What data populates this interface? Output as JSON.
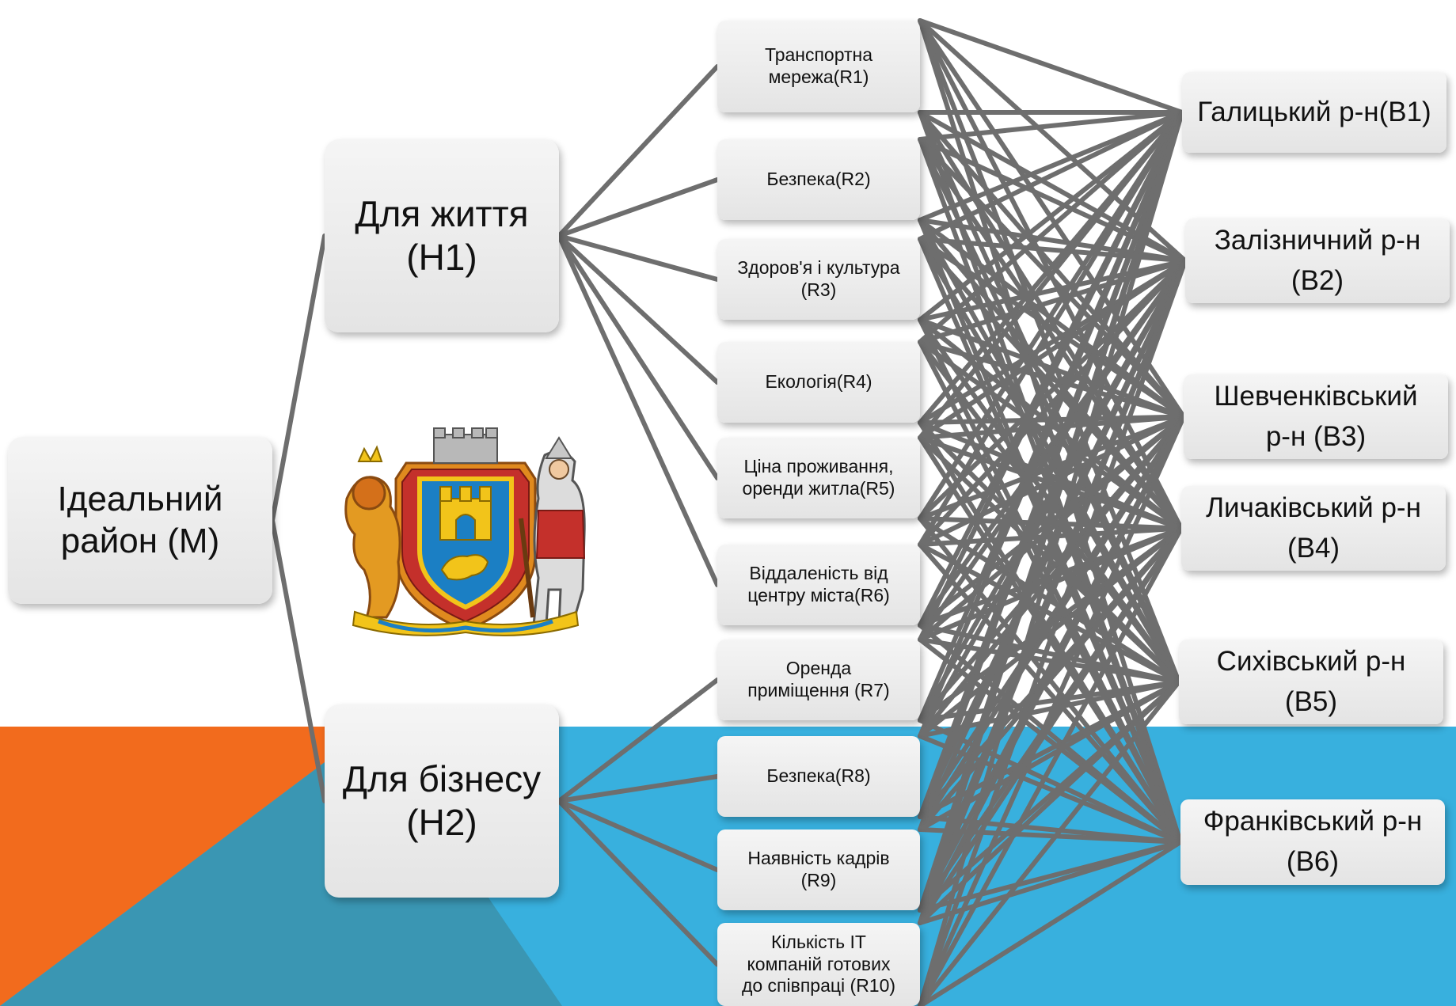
{
  "colors": {
    "bg_orange": "#F26B1D",
    "bg_teal": "#3A96B3",
    "bg_blue": "#38B0DE",
    "edge": "#6E6E6E",
    "node_fill": "#EBEBEB"
  },
  "root": {
    "label": "Ідеальний\nрайон (M)"
  },
  "goals": [
    {
      "id": "H1",
      "label": "Для життя\n(H1)"
    },
    {
      "id": "H2",
      "label": "Для бізнесу\n(H2)"
    }
  ],
  "criteria": [
    {
      "id": "R1",
      "label": "Транспортна\nмережа(R1)"
    },
    {
      "id": "R2",
      "label": "Безпека(R2)"
    },
    {
      "id": "R3",
      "label": "Здоров'я і культура\n(R3)"
    },
    {
      "id": "R4",
      "label": "Екологія(R4)"
    },
    {
      "id": "R5",
      "label": "Ціна проживання,\nоренди житла(R5)"
    },
    {
      "id": "R6",
      "label": "Віддаленість від\nцентру міста(R6)"
    },
    {
      "id": "R7",
      "label": "Оренда\nприміщення (R7)"
    },
    {
      "id": "R8",
      "label": "Безпека(R8)"
    },
    {
      "id": "R9",
      "label": "Наявність кадрів\n(R9)"
    },
    {
      "id": "R10",
      "label": "Кількість IT\nкомпаній готових\nдо співпраці (R10)"
    }
  ],
  "alternatives": [
    {
      "id": "B1",
      "label": "Галицький р-н(B1)"
    },
    {
      "id": "B2",
      "label": "Залізничний р-н\n(B2)"
    },
    {
      "id": "B3",
      "label": "Шевченківський\nр-н (B3)"
    },
    {
      "id": "B4",
      "label": "Личаківський р-н\n(B4)"
    },
    {
      "id": "B5",
      "label": "Сихівський р-н\n(B5)"
    },
    {
      "id": "B6",
      "label": "Франківський р-н\n(B6)"
    }
  ],
  "edges": {
    "root_to_goals": [
      [
        "M",
        "H1"
      ],
      [
        "M",
        "H2"
      ]
    ],
    "H1_to": [
      "R1",
      "R2",
      "R3",
      "R4",
      "R5",
      "R6"
    ],
    "H2_to": [
      "R7",
      "R8",
      "R9",
      "R10"
    ],
    "criteria_to_alternatives": "all"
  },
  "emblem": {
    "name": "lviv-coat-of-arms"
  }
}
